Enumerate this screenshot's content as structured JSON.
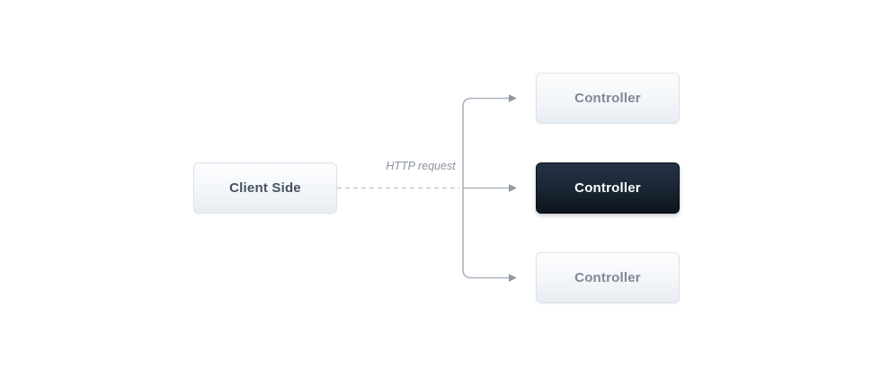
{
  "diagram": {
    "client": {
      "label": "Client Side"
    },
    "connection_label": "HTTP request",
    "controllers": [
      {
        "label": "Controller",
        "variant": "light",
        "position": "top"
      },
      {
        "label": "Controller",
        "variant": "dark",
        "position": "middle"
      },
      {
        "label": "Controller",
        "variant": "light",
        "position": "bottom"
      }
    ],
    "colors": {
      "background": "#ffffff",
      "light_box_border": "#dde3ea",
      "light_box_gradient_top": "#fcfdfe",
      "light_box_gradient_bottom": "#e8edf2",
      "dark_box_gradient_top": "#243245",
      "dark_box_gradient_bottom": "#0d141c",
      "client_text": "#47515f",
      "controller_text_light": "#7f8995",
      "controller_text_dark": "#ffffff",
      "connection_label_text": "#8a919d",
      "solid_line": "#aab3be",
      "dashed_line": "#c4cbd3",
      "arrowhead": "#8f99a5"
    }
  }
}
